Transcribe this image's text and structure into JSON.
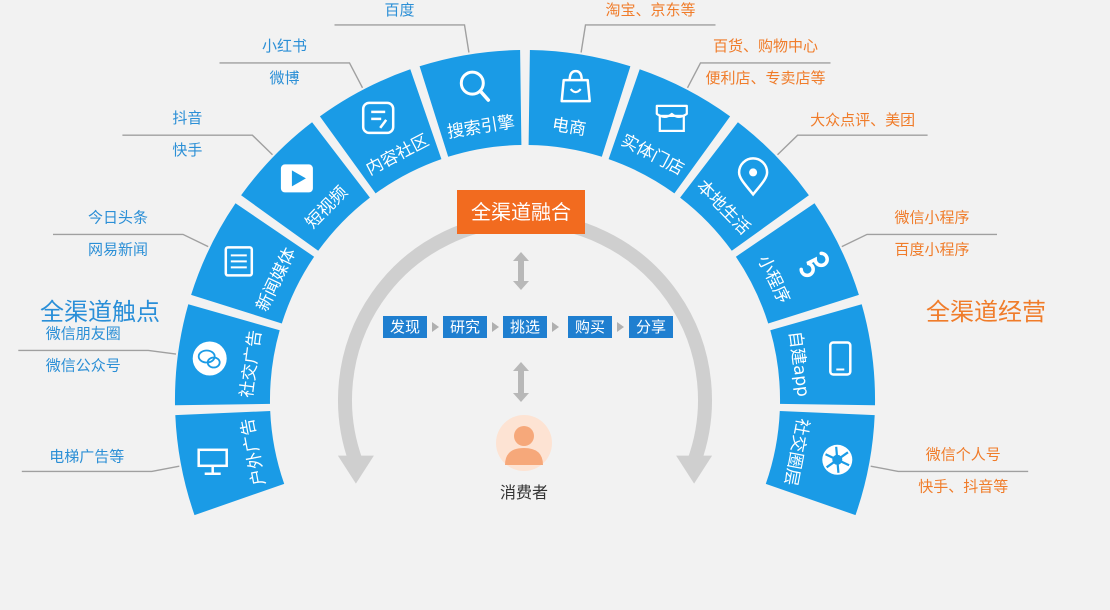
{
  "titles": {
    "left": "全渠道触点",
    "right": "全渠道经营",
    "center": "全渠道融合"
  },
  "colors": {
    "blue": "#1a9be6",
    "white": "#ffffff",
    "orange": "#f26b1f",
    "label_blue": "#2b8fd6",
    "label_orange": "#f07c2a",
    "leader_gray": "#a0a0a0",
    "arc_gray": "#cfcfcf",
    "step_blue": "#1f7fd0",
    "title_blue": "#2a8fd8",
    "title_orange": "#f07c2a"
  },
  "segments": [
    {
      "name": "户外广告",
      "icon": "billboard-icon",
      "labels": [
        "电梯广告等"
      ],
      "side": "left"
    },
    {
      "name": "社交广告",
      "icon": "wechat-icon",
      "labels": [
        "微信朋友圈",
        "微信公众号"
      ],
      "side": "left"
    },
    {
      "name": "新闻媒体",
      "icon": "newspaper-icon",
      "labels": [
        "今日头条",
        "网易新闻"
      ],
      "side": "left"
    },
    {
      "name": "短视频",
      "icon": "play-icon",
      "labels": [
        "抖音",
        "快手"
      ],
      "side": "left"
    },
    {
      "name": "内容社区",
      "icon": "community-icon",
      "labels": [
        "小红书",
        "微博"
      ],
      "side": "left"
    },
    {
      "name": "搜索引擎",
      "icon": "magnifier-icon",
      "labels": [
        "百度"
      ],
      "side": "left"
    },
    {
      "name": "电商",
      "icon": "shopping-bag-icon",
      "labels": [
        "淘宝、京东等"
      ],
      "side": "right"
    },
    {
      "name": "实体门店",
      "icon": "storefront-icon",
      "labels": [
        "百货、购物中心",
        "便利店、专卖店等"
      ],
      "side": "right"
    },
    {
      "name": "本地生活",
      "icon": "location-pin-icon",
      "labels": [
        "大众点评、美团"
      ],
      "side": "right"
    },
    {
      "name": "小程序",
      "icon": "mini-program-icon",
      "labels": [
        "微信小程序",
        "百度小程序"
      ],
      "side": "right"
    },
    {
      "name": "自建app",
      "icon": "phone-icon",
      "labels": [],
      "side": "right"
    },
    {
      "name": "社交圈层",
      "icon": "aperture-icon",
      "labels": [
        "微信个人号",
        "快手、抖音等"
      ],
      "side": "right"
    }
  ],
  "steps": [
    "发现",
    "研究",
    "挑选",
    "购买",
    "分享"
  ],
  "consumer": "消费者"
}
